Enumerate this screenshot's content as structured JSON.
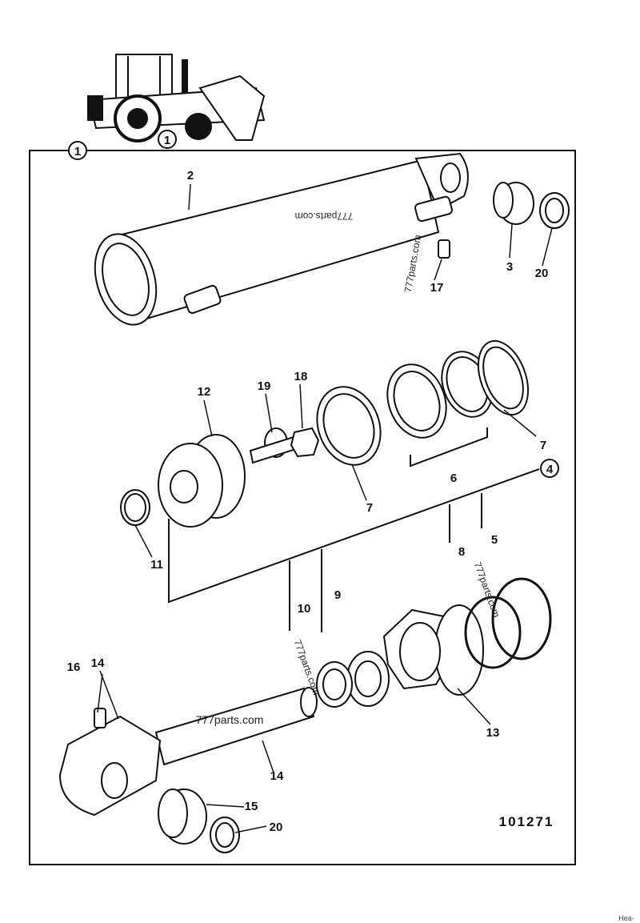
{
  "circle_ref": "1",
  "reference_number": "101271",
  "watermark_text": "777parts.com",
  "corner_note": "Hea-",
  "callouts": {
    "c2": "2",
    "c3": "3",
    "c20a": "20",
    "c17": "17",
    "c12": "12",
    "c19": "19",
    "c18": "18",
    "c7a": "7",
    "c7b": "7",
    "c6": "6",
    "c4": "4",
    "c5": "5",
    "c8": "8",
    "c11": "11",
    "c9": "9",
    "c10": "10",
    "c16": "16",
    "c14a": "14",
    "c14b": "14",
    "c13": "13",
    "c15": "15",
    "c20b": "20"
  },
  "colors": {
    "ink": "#111111",
    "paper": "#ffffff",
    "shade": "#d9d9d9"
  }
}
